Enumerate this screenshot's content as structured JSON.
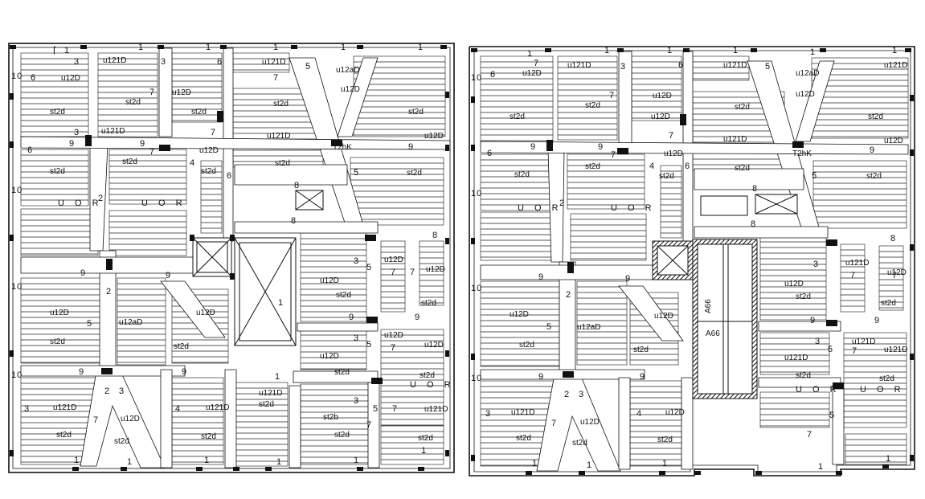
{
  "drawing": {
    "plans": [
      {
        "id": "left-plan",
        "labels": {
          "beam_edge_1": "1",
          "beam_edge_2": "2",
          "beam_edge_3": "3",
          "beam_edge_4": "4",
          "beam_edge_5": "5",
          "beam_edge_6": "6",
          "beam_edge_7": "7",
          "beam_edge_8": "8",
          "beam_edge_9": "9",
          "beam_edge_10": "10",
          "slab_code_1": "u121D",
          "slab_code_2": "u12D",
          "slab_code_3": "u12aD",
          "slab_code_4": "u12D",
          "slab_code_5": "u12D",
          "slab_code_6": "u12D",
          "slab_code_7": "u12D",
          "slab_code_8": "u12D",
          "slab_code_9": "u12D",
          "slab_code_10": "u121D",
          "slab_code_11": "u121D",
          "slab_code_12": "u121D",
          "slab_code_13": "u12D",
          "slab_code_14": "u12D",
          "slab_code_15": "u12D",
          "st_1": "st2d",
          "st_2": "st2d",
          "st_3": "st2d",
          "st_4": "st2d",
          "st_5": "st2d",
          "st_6": "st2d",
          "st_7": "st2d",
          "st_8": "st2d",
          "st_9": "st2d",
          "st_10": "st2d",
          "st_11": "st2d",
          "st_12": "st2d",
          "st_13": "st2d",
          "st_14": "st2d",
          "st_15": "st2d",
          "st_16": "st2d",
          "st_17": "st2d",
          "st_18": "st2b",
          "st_19": "st2d",
          "mark_tank": "T2hK",
          "uor_1": "U O R",
          "uor_2": "U O R",
          "uor_3": "U O R"
        }
      },
      {
        "id": "right-plan",
        "labels": {
          "slab_code_1": "u121D",
          "slab_code_2": "u12D",
          "slab_code_3": "u12aD",
          "slab_code_4": "u12D",
          "slab_code_5": "u12D",
          "slab_code_6": "u12D",
          "slab_code_7": "u12D",
          "slab_code_8": "u121D",
          "slab_code_9": "u121D",
          "slab_code_10": "u121D",
          "slab_code_11": "u12D",
          "slab_code_12": "u12D",
          "st_1": "st2d",
          "st_2": "st2d",
          "st_3": "st2d",
          "st_4": "st2d",
          "st_5": "st2d",
          "st_6": "st2d",
          "st_7": "st2d",
          "st_8": "st2d",
          "st_9": "st2d",
          "st_10": "st2d",
          "st_11": "st2d",
          "st_12": "st2d",
          "st_13": "st2d",
          "st_14": "st2d",
          "mark_tank": "T2hK",
          "lift_code_1": "A66",
          "lift_code_2": "A66",
          "uor_1": "U O R",
          "uor_2": "U O R",
          "uor_3": "U O R",
          "uor_4": "U O R"
        }
      }
    ]
  }
}
